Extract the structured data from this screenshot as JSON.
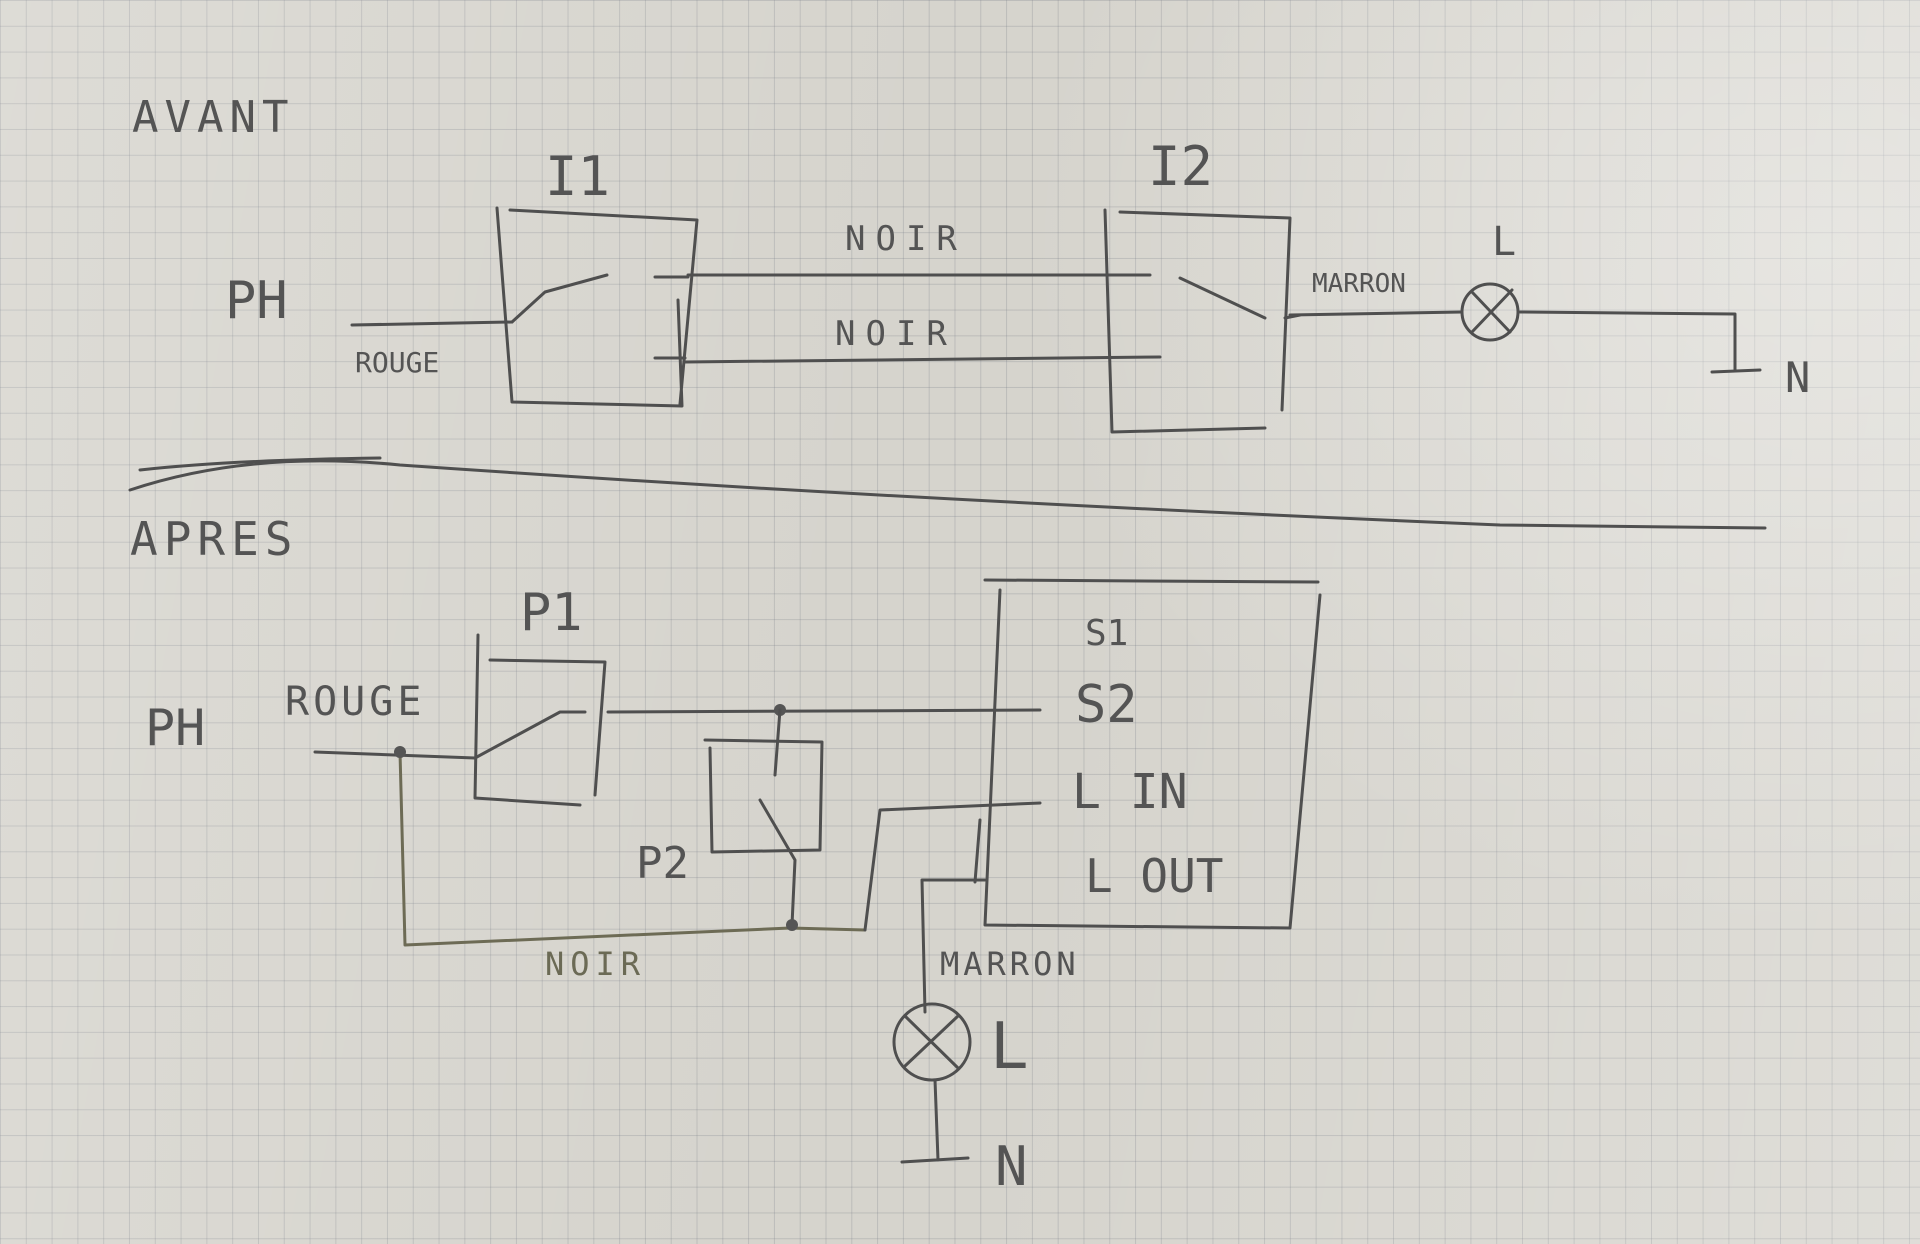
{
  "labels": {
    "before": "AVANT",
    "after": "APRES",
    "phase_before": "PH",
    "phase_after": "PH",
    "i1": "I1",
    "i2": "I2",
    "rouge_before": "ROUGE",
    "rouge_after": "ROUGE",
    "noir_top": "NOIR",
    "noir_bottom": "NOIR",
    "noir_after": "NOIR",
    "marron_before": "MARRON",
    "marron_after": "MARRON",
    "lamp_before": "L",
    "lamp_after": "L",
    "neutral_before": "N",
    "neutral_after": "N",
    "p1": "P1",
    "p2": "P2",
    "s1": "S1",
    "s2": "S2",
    "lin": "L IN",
    "lout": "L OUT"
  }
}
